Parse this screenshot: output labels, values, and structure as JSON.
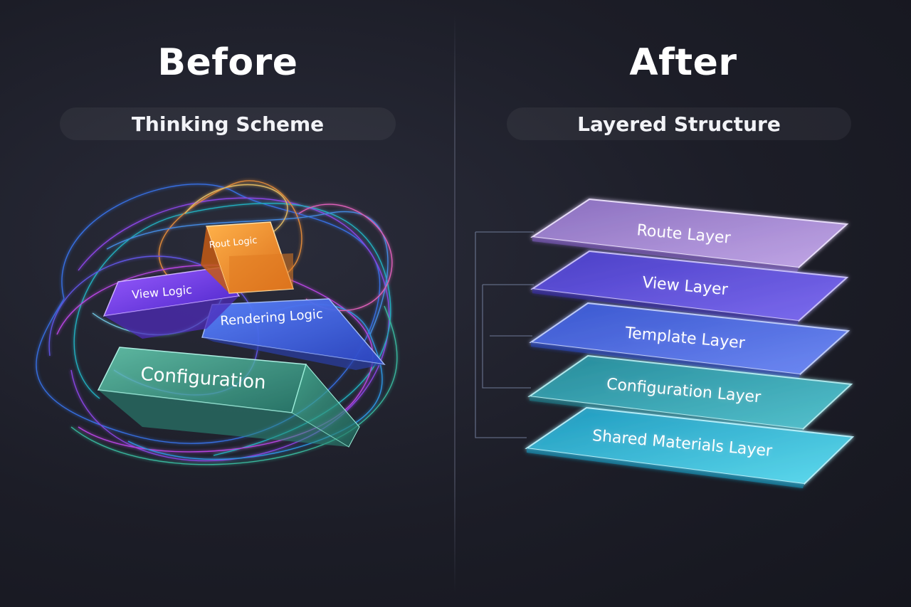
{
  "before": {
    "title": "Before",
    "subtitle": "Thinking Scheme",
    "blocks": {
      "rout": "Rout Logic",
      "view": "View Logic",
      "rendering": "Rendering Logic",
      "configuration": "Configuration"
    }
  },
  "after": {
    "title": "After",
    "subtitle": "Layered Structure",
    "layers": [
      "Route Layer",
      "View Layer",
      "Template Layer",
      "Configuration Layer",
      "Shared Materials Layer"
    ]
  },
  "colors": {
    "background": "#1c1d27",
    "rout": "#f0922e",
    "view": "#7a3bf0",
    "rendering": "#3f63e8",
    "configuration": "#3fb89a",
    "route_layer": "#a88ad8",
    "view_layer": "#5a4fe0",
    "template_layer": "#4a68e8",
    "configuration_layer": "#3aa7b8",
    "shared_layer": "#3fc6e0"
  }
}
